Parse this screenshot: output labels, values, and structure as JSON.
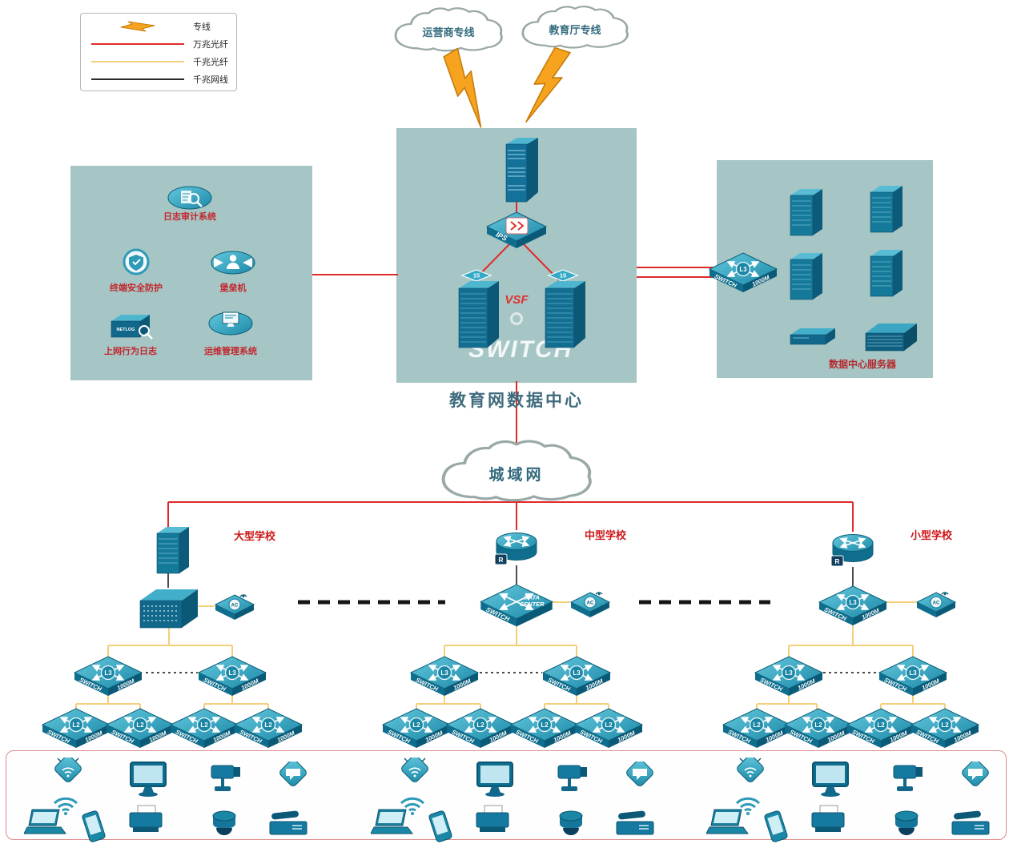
{
  "legend": {
    "items": [
      {
        "label": "专线",
        "type": "lightning",
        "color": "#f6a41f"
      },
      {
        "label": "万兆光纤",
        "type": "line",
        "color": "#e02a2a"
      },
      {
        "label": "千兆光纤",
        "type": "line",
        "color": "#f3cf7b"
      },
      {
        "label": "千兆网线",
        "type": "line",
        "color": "#2b2b2b"
      }
    ]
  },
  "clouds": {
    "isp": "运营商专线",
    "edu": "教育厅专线",
    "man": "城域网"
  },
  "security_zone": {
    "items": [
      "日志审计系统",
      "终端安全防护",
      "堡垒机",
      "上网行为日志",
      "运维管理系统"
    ],
    "netlog": "NETLOG"
  },
  "datacenter": {
    "title": "教育网数据中心",
    "vsf": "VSF",
    "ips": "IPS",
    "watermark": "SWITCH",
    "core_badge": "15"
  },
  "server_zone": {
    "label": "数据中心服务器"
  },
  "schools": {
    "large": "大型学校",
    "medium": "中型学校",
    "small": "小型学校"
  },
  "labels": {
    "switch": "SWITCH",
    "m1000": "1000M",
    "l3": "L3",
    "l2": "L2",
    "ac": "AC",
    "r": "R",
    "dc1": "DATA",
    "dc2": "CENTER"
  }
}
